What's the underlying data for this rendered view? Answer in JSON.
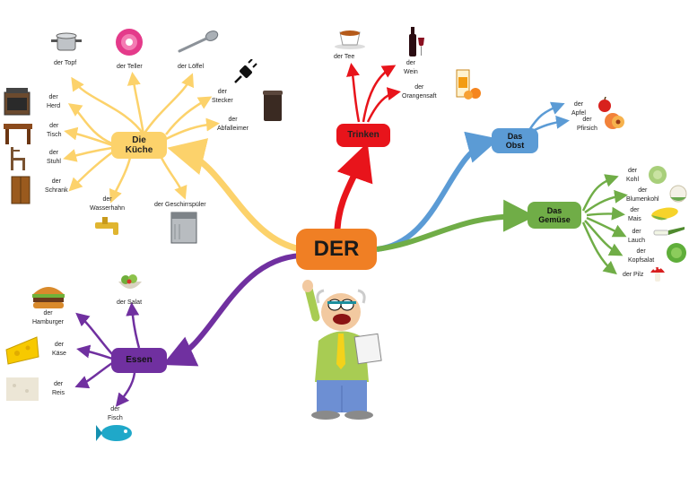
{
  "center": {
    "label": "DER",
    "color": "#f07f24"
  },
  "branches": {
    "kueche": {
      "label_line1": "Die",
      "label_line2": "Küche",
      "color": "#fcd26b",
      "items": {
        "topf": "der Topf",
        "teller": "der Teller",
        "loeffel": "der Löffel",
        "stecker_art": "der",
        "stecker": "Stecker",
        "abfall_art": "der",
        "abfall": "Abfalleimer",
        "herd_art": "der",
        "herd": "Herd",
        "tisch_art": "der",
        "tisch": "Tisch",
        "stuhl_art": "der",
        "stuhl": "Stuhl",
        "schrank_art": "der",
        "schrank": "Schrank",
        "wasserhahn_art": "der",
        "wasserhahn": "Wasserhahn",
        "geschirr": "der Geschirrspüler"
      }
    },
    "trinken": {
      "label": "Trinken",
      "color": "#e8141b",
      "items": {
        "tee": "der Tee",
        "wein_art": "der",
        "wein": "Wein",
        "orange_art": "der",
        "orange": "Orangensaft"
      }
    },
    "obst": {
      "label_line1": "Das",
      "label_line2": "Obst",
      "color": "#5b9bd5",
      "items": {
        "apfel_art": "der",
        "apfel": "Apfel",
        "pfirsich_art": "der",
        "pfirsich": "Pfirsich"
      }
    },
    "gemuese": {
      "label_line1": "Das",
      "label_line2": "Gemüse",
      "color": "#70ad47",
      "items": {
        "kohl_art": "der",
        "kohl": "Kohl",
        "blumenkohl_art": "der",
        "blumenkohl": "Blumenkohl",
        "mais_art": "der",
        "mais": "Mais",
        "lauch_art": "der",
        "lauch": "Lauch",
        "kopfsalat_art": "der",
        "kopfsalat": "Kopfsalat",
        "pilz": "der Pilz"
      }
    },
    "essen": {
      "label": "Essen",
      "color": "#7030a0",
      "items": {
        "salat": "der Salat",
        "hamburger_art": "der",
        "hamburger": "Hamburger",
        "kaese_art": "der",
        "kaese": "Käse",
        "reis_art": "der",
        "reis": "Reis",
        "fisch_art": "der",
        "fisch": "Fisch"
      }
    }
  }
}
